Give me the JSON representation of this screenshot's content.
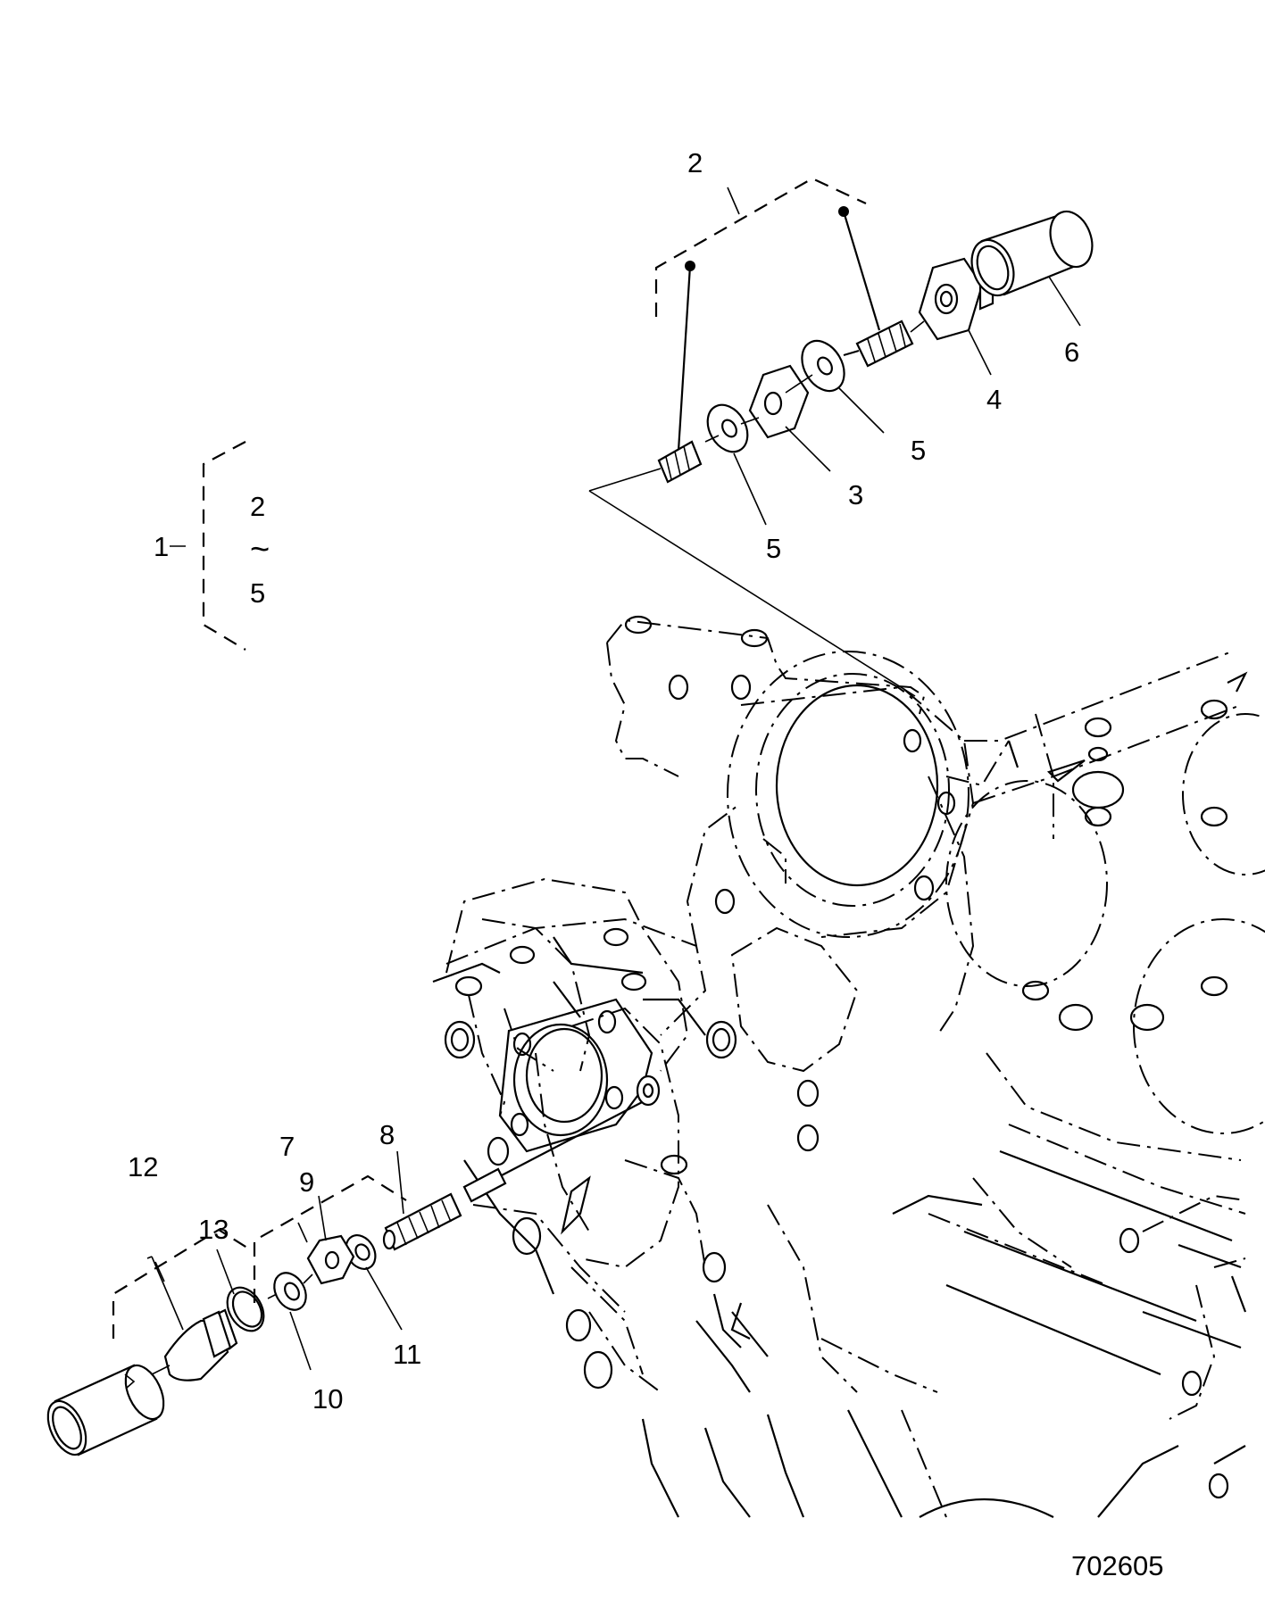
{
  "figure_id": "702605",
  "callouts": {
    "c1": "1",
    "c2_top": "2",
    "c2_range": "2",
    "c3": "3",
    "c4": "4",
    "c5_right": "5",
    "c5_left": "5",
    "c5_range": "5",
    "c6": "6",
    "c7": "7",
    "c8": "8",
    "c9": "9",
    "c10": "10",
    "c11": "11",
    "c12": "12",
    "c13": "13"
  },
  "range_symbol": "~"
}
